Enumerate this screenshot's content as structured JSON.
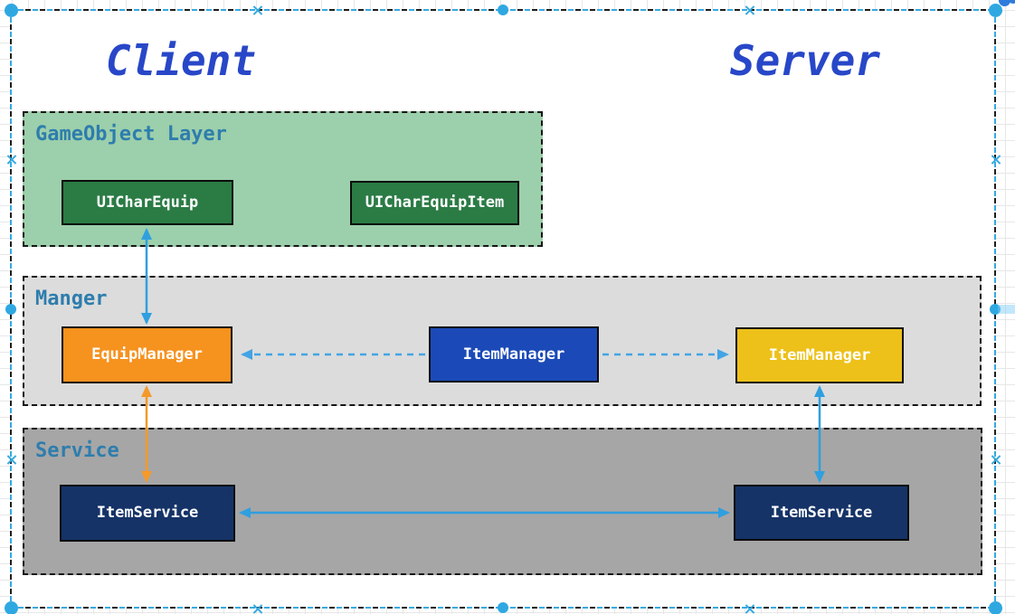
{
  "titles": {
    "client": "Client",
    "server": "Server"
  },
  "layers": [
    {
      "id": "gameobject",
      "label": "GameObject Layer",
      "fill": "#9ccfab"
    },
    {
      "id": "manager",
      "label": "Manger",
      "fill": "#dcdcdc"
    },
    {
      "id": "service",
      "label": "Service",
      "fill": "#a6a6a6"
    }
  ],
  "nodes": [
    {
      "id": "uicharequip",
      "label": "UICharEquip",
      "fill": "#2b7b45",
      "layer": "gameobject"
    },
    {
      "id": "uicharequipitem",
      "label": "UICharEquipItem",
      "fill": "#2b7b45",
      "layer": "gameobject"
    },
    {
      "id": "equipmanager",
      "label": "EquipManager",
      "fill": "#f6921e",
      "layer": "manager"
    },
    {
      "id": "itemmanager_client",
      "label": "ItemManager",
      "fill": "#1b4ab8",
      "layer": "manager"
    },
    {
      "id": "itemmanager_server",
      "label": "ItemManager",
      "fill": "#edc11a",
      "layer": "manager"
    },
    {
      "id": "itemservice_client",
      "label": "ItemService",
      "fill": "#153367",
      "layer": "service"
    },
    {
      "id": "itemservice_server",
      "label": "ItemService",
      "fill": "#153367",
      "layer": "service"
    }
  ],
  "edges": [
    {
      "from": "uicharequip",
      "to": "equipmanager",
      "style": "solid",
      "color": "#2f9fe0",
      "bidirectional": true
    },
    {
      "from": "equipmanager",
      "to": "itemservice_client",
      "style": "solid",
      "color": "#f5992b",
      "bidirectional": true
    },
    {
      "from": "itemmanager_client",
      "to": "equipmanager",
      "style": "dashed",
      "color": "#42a4e4",
      "bidirectional": false
    },
    {
      "from": "itemmanager_client",
      "to": "itemmanager_server",
      "style": "dashed",
      "color": "#42a4e4",
      "bidirectional": false
    },
    {
      "from": "itemmanager_server",
      "to": "itemservice_server",
      "style": "solid",
      "color": "#2f9fe0",
      "bidirectional": true
    },
    {
      "from": "itemservice_server",
      "to": "itemservice_client",
      "style": "solid",
      "color": "#2f9fe0",
      "bidirectional": true
    }
  ],
  "colors": {
    "selection": "#35a9e1",
    "title_text": "#2847c8",
    "layer_label_text": "#2e7dad",
    "node_text": "#ffffff",
    "container_border": "#161616",
    "grid_line": "#e7e7e7"
  }
}
